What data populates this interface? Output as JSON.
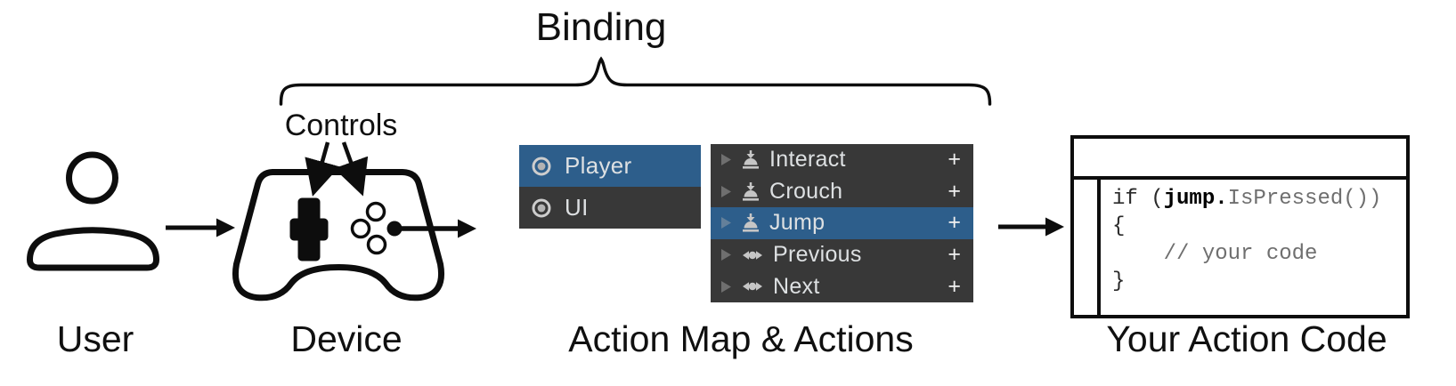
{
  "labels": {
    "binding": "Binding",
    "controls": "Controls",
    "user": "User",
    "device": "Device",
    "action_map": "Action Map & Actions",
    "action_code": "Your Action Code"
  },
  "action_maps_panel": {
    "items": [
      {
        "label": "Player",
        "selected": true
      },
      {
        "label": "UI",
        "selected": false
      }
    ]
  },
  "actions_panel": {
    "add_label": "+",
    "items": [
      {
        "label": "Interact",
        "icon": "button-press-icon",
        "selected": false
      },
      {
        "label": "Crouch",
        "icon": "button-press-icon",
        "selected": false
      },
      {
        "label": "Jump",
        "icon": "button-press-icon",
        "selected": true
      },
      {
        "label": "Previous",
        "icon": "axis-icon",
        "selected": false
      },
      {
        "label": "Next",
        "icon": "axis-icon",
        "selected": false
      }
    ]
  },
  "code_box": {
    "line1_a": "if (",
    "line1_b": "jump.",
    "line1_c": "IsPressed())",
    "line2": "{",
    "line3": "    // your code",
    "line4": "}"
  },
  "colors": {
    "selection_blue": "#2d5e8b",
    "panel_dark": "#383838",
    "row_text": "#dde0e2",
    "icon_gray": "#c6c6c6",
    "foldout_gray": "#6f6f6f",
    "code_gray": "#6f6f6f",
    "ink_black": "#0d0d0d"
  }
}
